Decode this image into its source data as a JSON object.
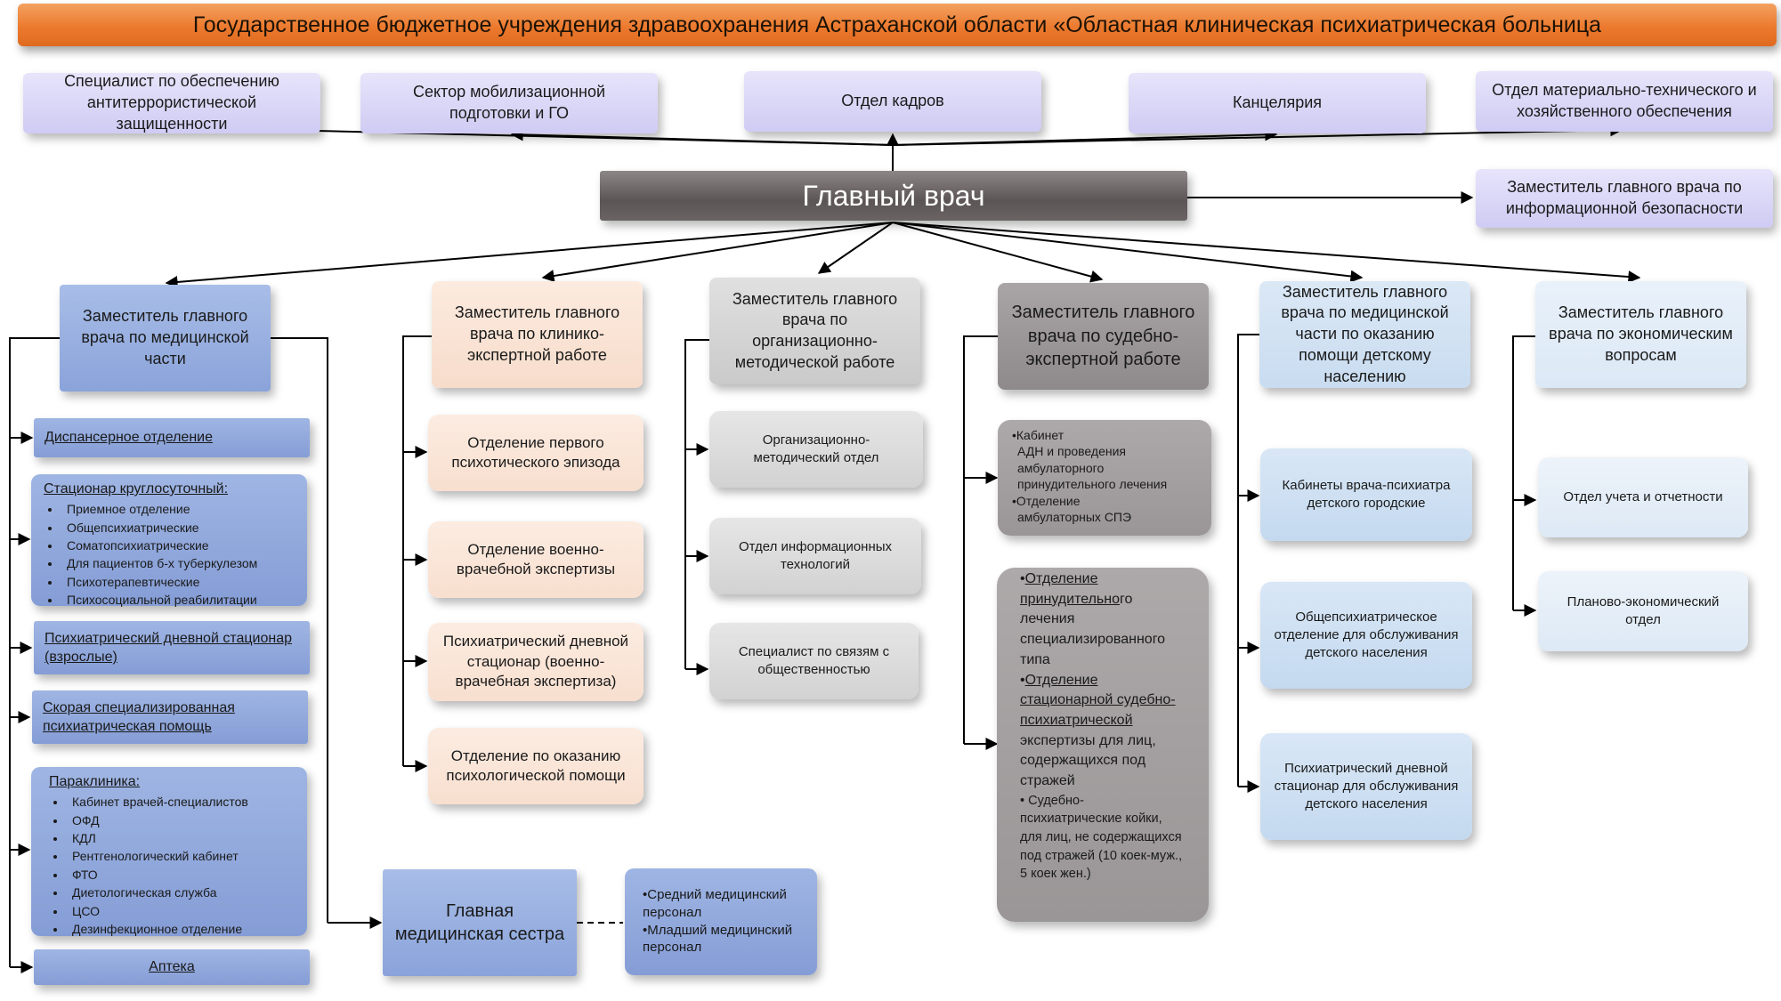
{
  "title": "Государственное бюджетное учреждения здравоохранения Астраханской области «Областная клиническая психиатрическая больница",
  "chief": "Главный врач",
  "top_units": [
    "Специалист по обеспечению антитеррористической защищенности",
    "Сектор мобилизационной подготовки и ГО",
    "Отдел кадров",
    "Канцелярия",
    "Отдел материально-технического и хозяйственного обеспечения"
  ],
  "info_security_deputy": "Заместитель главного врача по информационной безопасности",
  "deputies": [
    "Заместитель главного врача по медицинской части",
    "Заместитель главного врача по клинико-экспертной работе",
    "Заместитель главного врача по организационно-методической работе",
    "Заместитель главного врача по судебно-экспертной работе",
    "Заместитель главного врача по медицинской части по оказанию помощи детскому населению",
    "Заместитель главного врача по экономическим вопросам"
  ],
  "medical": {
    "dispensary": "Диспансерное отделение",
    "hospital": {
      "heading": "Стационар круглосуточный:",
      "items": [
        "Приемное отделение",
        "Общепсихиатрические",
        "Соматопсихиатрические",
        "Для пациентов б-х туберкулезом",
        "Психотерапевтические",
        "Психосоциальной реабилитации"
      ]
    },
    "day_hospital": "Психиатрический дневной стационар (взрослые)",
    "ambulance": "Скорая специализированная психиатрическая помощь",
    "paraclinic": {
      "heading": "Параклиника:",
      "items": [
        "Кабинет врачей-специалистов",
        "ОФД",
        "КДЛ",
        "Рентгенологический кабинет",
        "ФТО",
        "Диетологическая служба",
        "ЦСО",
        "Дезинфекционное отделение"
      ]
    },
    "pharmacy": "Аптека"
  },
  "head_nurse": "Главная медицинская сестра",
  "nurse_staff": [
    "•Средний медицинский персонал",
    "•Младший медицинский персонал"
  ],
  "clinical_expert": [
    "Отделение первого психотического эпизода",
    "Отделение военно-врачебной экспертизы",
    "Психиатрический дневной стационар (военно-врачебная экспертиза)",
    "Отделение по оказанию психологической помощи"
  ],
  "org_method": [
    "Организационно-методический отдел",
    "Отдел информационных технологий",
    "Специалист по связям с общественностью"
  ],
  "forensic": {
    "box1": [
      "•Кабинет",
      "АДН и проведения амбулаторного принудительного лечения",
      "•Отделение",
      "амбулаторных СПЭ"
    ],
    "box2": {
      "b1_link": "Отделение принудительно",
      "b1_rest": "го лечения специализированного типа",
      "b2_link": "Отделение стационарной судебно-психиатрической",
      "b2_rest": "экспертизы для лиц, содержащихся под стражей",
      "b3": "Судебно-психиатрические койки, для лиц, не содержащихся под стражей (10 коек-муж., 5 коек жен.)"
    }
  },
  "children": [
    "Кабинеты врача-психиатра детского городские",
    "Общепсихиатрическое отделение для обслуживания детского населения",
    "Психиатрический дневной стационар для обслуживания детского населения"
  ],
  "economic": [
    "Отдел учета и отчетности",
    "Планово-экономический отдел"
  ],
  "colors": {
    "title_bar": "#ec7a2e",
    "chief": "#5c5556",
    "top_units": "#d6d2f6",
    "medical": "#8aa3da",
    "clinical": "#f8dfcf",
    "org_method": "#d2d2d2",
    "forensic": "#9a9697",
    "children": "#c9dcf0",
    "economic": "#dde9f5"
  }
}
